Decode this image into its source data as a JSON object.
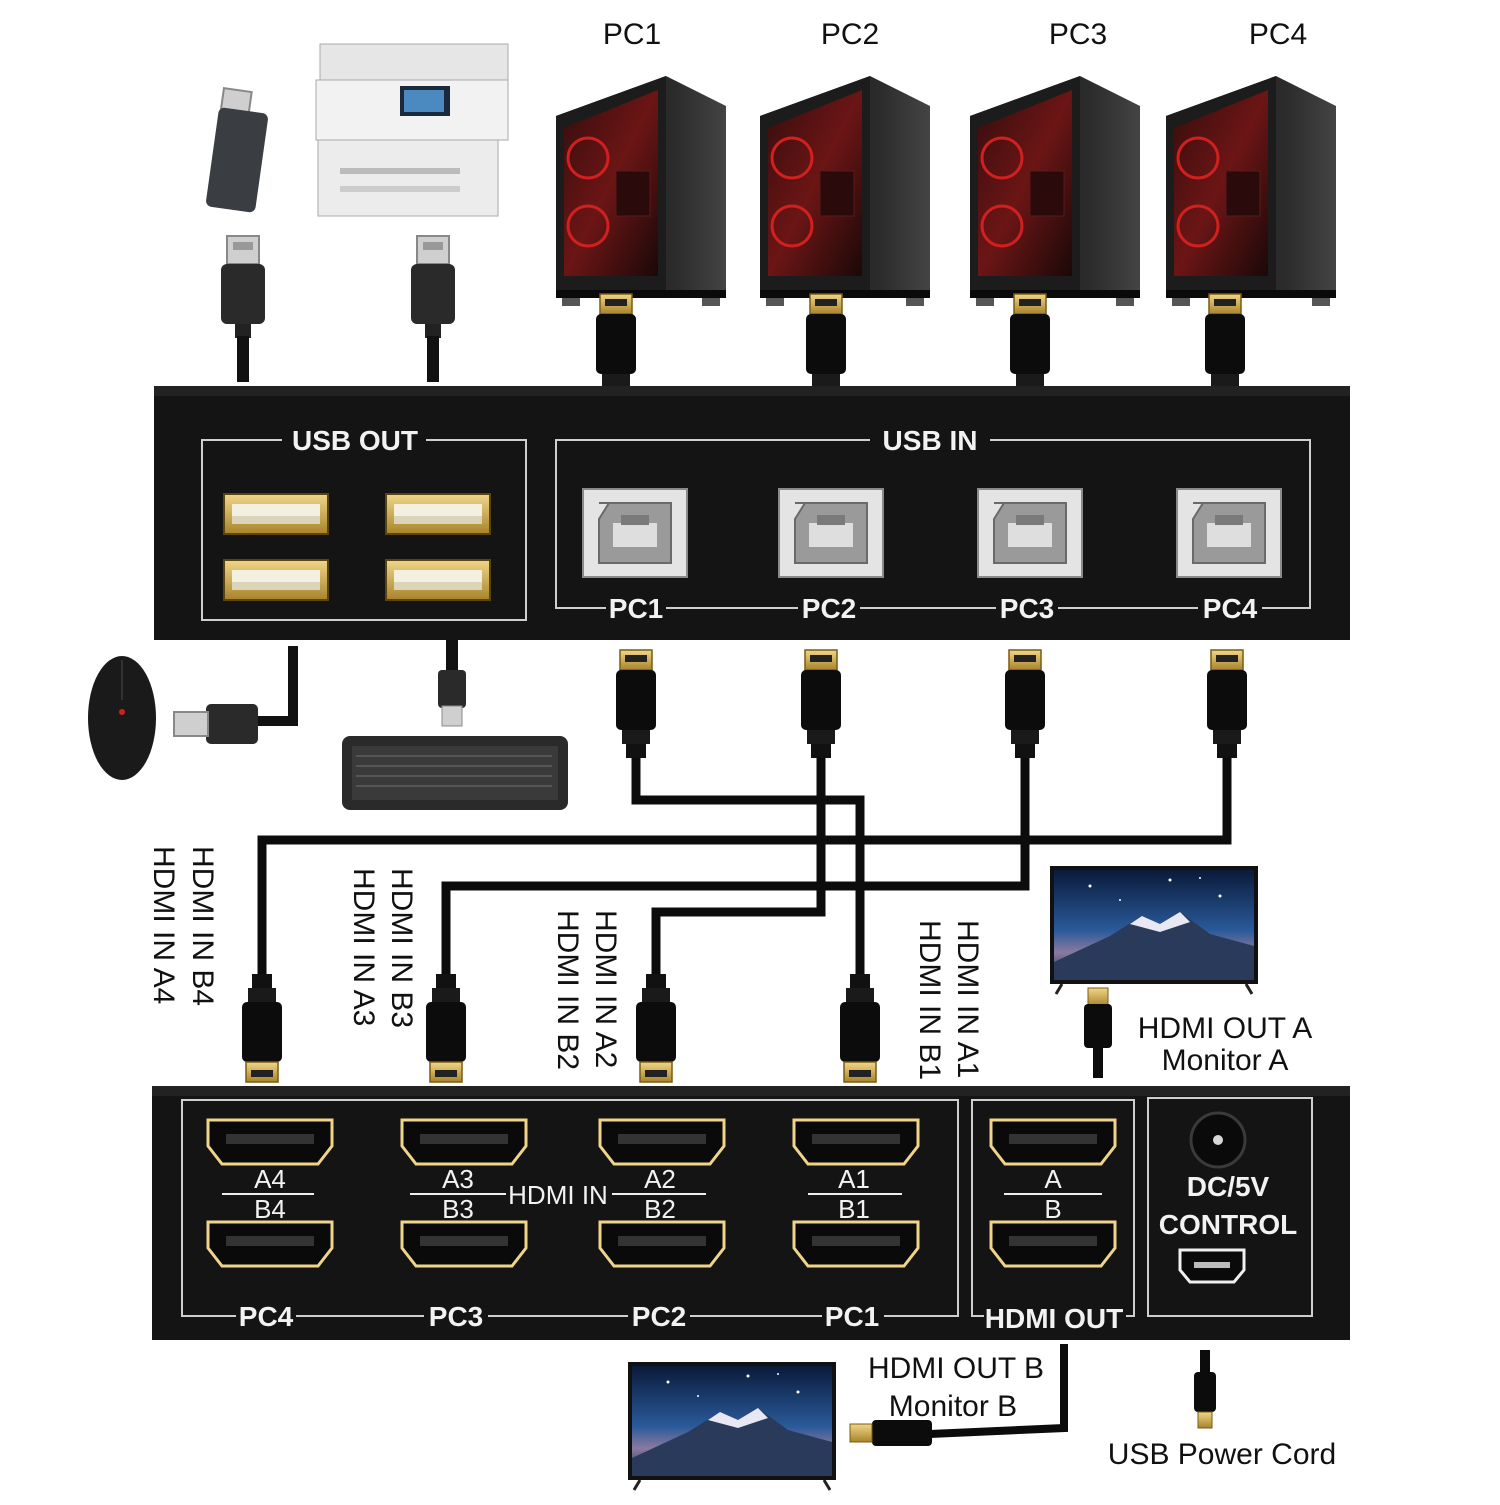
{
  "pc_labels": [
    "PC1",
    "PC2",
    "PC3",
    "PC4"
  ],
  "usb_panel": {
    "usb_out_label": "USB OUT",
    "usb_in_label": "USB IN",
    "usb_in_ports": [
      "PC1",
      "PC2",
      "PC3",
      "PC4"
    ]
  },
  "hdmi_panel": {
    "hdmi_in_label": "HDMI IN",
    "columns": [
      {
        "top": "A4",
        "bottom": "B4",
        "pc": "PC4"
      },
      {
        "top": "A3",
        "bottom": "B3",
        "pc": "PC3"
      },
      {
        "top": "A2",
        "bottom": "B2",
        "pc": "PC2"
      },
      {
        "top": "A1",
        "bottom": "B1",
        "pc": "PC1"
      }
    ],
    "out_top": "A",
    "out_bottom": "B",
    "hdmi_out_label": "HDMI OUT",
    "power_label_1": "DC/5V",
    "power_label_2": "CONTROL"
  },
  "cable_labels": {
    "col4": [
      "HDMI IN B4",
      "HDMI IN A4"
    ],
    "col3": [
      "HDMI IN B3",
      "HDMI IN A3"
    ],
    "col2": [
      "HDMI IN A2",
      "HDMI IN B2"
    ],
    "col1": [
      "HDMI IN A1",
      "HDMI IN B1"
    ]
  },
  "monitor_a": {
    "line1": "HDMI OUT A",
    "line2": "Monitor A"
  },
  "monitor_b": {
    "line1": "HDMI OUT B",
    "line2": "Monitor B"
  },
  "power_cord": "USB Power Cord",
  "colors": {
    "panel": "#141414",
    "panel_border": "#d0d0d0",
    "gold": "#c8a84a",
    "cable": "#111111",
    "tower_glass": "#7a1010"
  }
}
